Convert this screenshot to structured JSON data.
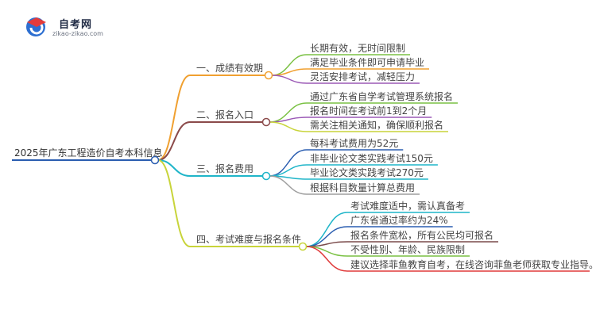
{
  "logo": {
    "title": "自考网",
    "subtitle": "zikao-zikao.com"
  },
  "root": {
    "label": "2025年广东工程造价自考本科信息"
  },
  "branches": [
    {
      "label": "一、成绩有效期",
      "color": "#f0a030",
      "leaves": [
        {
          "label": "长期有效，无时间限制",
          "color": "#7ac143"
        },
        {
          "label": "满足毕业条件即可申请毕业",
          "color": "#f0a030"
        },
        {
          "label": "灵活安排考试，减轻压力",
          "color": "#9b59b6"
        }
      ]
    },
    {
      "label": "二、报名入口",
      "color": "#8b4a4a",
      "leaves": [
        {
          "label": "通过广东省自学考试管理系统报名",
          "color": "#7ac143"
        },
        {
          "label": "报名时间在考试前1到2个月",
          "color": "#9b59b6"
        },
        {
          "label": "需关注相关通知，确保顺利报名",
          "color": "#c8d43a"
        }
      ]
    },
    {
      "label": "三、报名费用",
      "color": "#1fb5c9",
      "leaves": [
        {
          "label": "每科考试费用为52元",
          "color": "#2a5db0"
        },
        {
          "label": "非毕业论文类实践考试150元",
          "color": "#1fb5c9"
        },
        {
          "label": "毕业论文类实践考试270元",
          "color": "#1fb5c9"
        },
        {
          "label": "根据科目数量计算总费用",
          "color": "#9e9e9e"
        }
      ]
    },
    {
      "label": "四、考试难度与报名条件",
      "color": "#c8d43a",
      "leaves": [
        {
          "label": "考试难度适中，需认真备考",
          "color": "#1fb5c9"
        },
        {
          "label": "广东省通过率约为24%",
          "color": "#2a5db0"
        },
        {
          "label": "报名条件宽松，所有公民均可报名",
          "color": "#7a4a4a"
        },
        {
          "label": "不受性别、年龄、民族限制",
          "color": "#7ac143"
        },
        {
          "label": "建议选择菲鱼教育自考，在线咨询菲鱼老师获取专业指导。",
          "color": "#e03a3a"
        }
      ]
    }
  ]
}
